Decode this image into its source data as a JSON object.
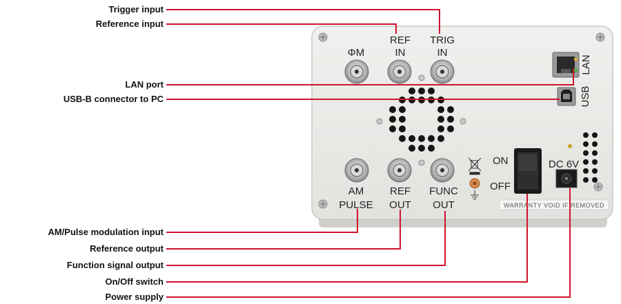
{
  "callouts": {
    "trigger_input": "Trigger input",
    "reference_input": "Reference input",
    "lan_port": "LAN port",
    "usb_b": "USB-B connector to PC",
    "am_pulse_input": "AM/Pulse modulation input",
    "reference_output": "Reference output",
    "function_output": "Function signal output",
    "on_off_switch": "On/Off switch",
    "power_supply": "Power supply"
  },
  "panel": {
    "phi_m": "ΦM",
    "ref": "REF",
    "in": "IN",
    "trig": "TRIG",
    "lan": "LAN",
    "usb": "USB",
    "am": "AM",
    "pulse": "PULSE",
    "out": "OUT",
    "func": "FUNC",
    "on": "ON",
    "off": "OFF",
    "dc": "DC 6V",
    "warranty": "WARRANTY VOID IF REMOVED"
  },
  "colors": {
    "leader": "#d0112b",
    "panel": "#e9e9e7",
    "panel_edge": "#c9c9c6"
  }
}
